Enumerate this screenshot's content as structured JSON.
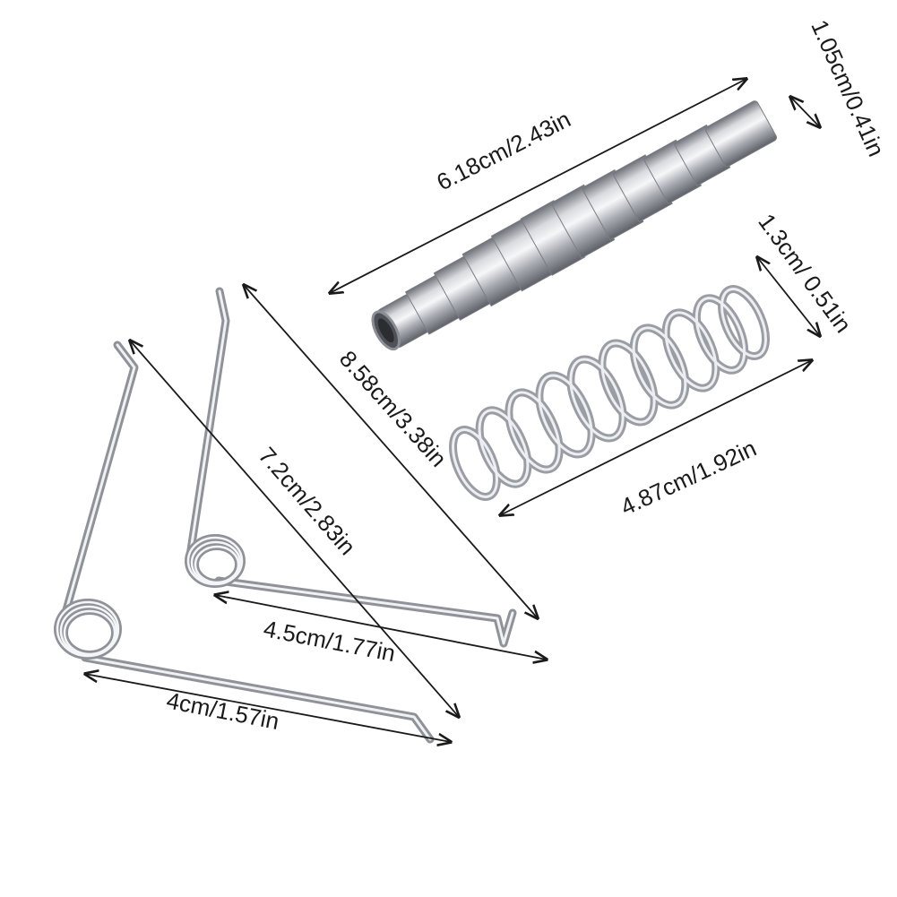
{
  "product_dimensions": {
    "sleeve_length": "6.18cm/2.43in",
    "sleeve_diameter": "1.05cm/0.41in",
    "coil_spring_length": "4.87cm/1.92in",
    "coil_spring_diameter": "1.3cm/ 0.51in",
    "torsion_spring_large_arm": "8.58cm/3.38in",
    "torsion_spring_large_leg": "4.5cm/1.77in",
    "torsion_spring_small_arm": "7.2cm/2.83in",
    "torsion_spring_small_leg": "4cm/1.57in"
  },
  "colors": {
    "metal_light": "#f2f2f4",
    "metal_mid": "#b9bcc2",
    "metal_dark": "#6d7077",
    "annotation": "#1a1a1a",
    "background": "#ffffff"
  }
}
